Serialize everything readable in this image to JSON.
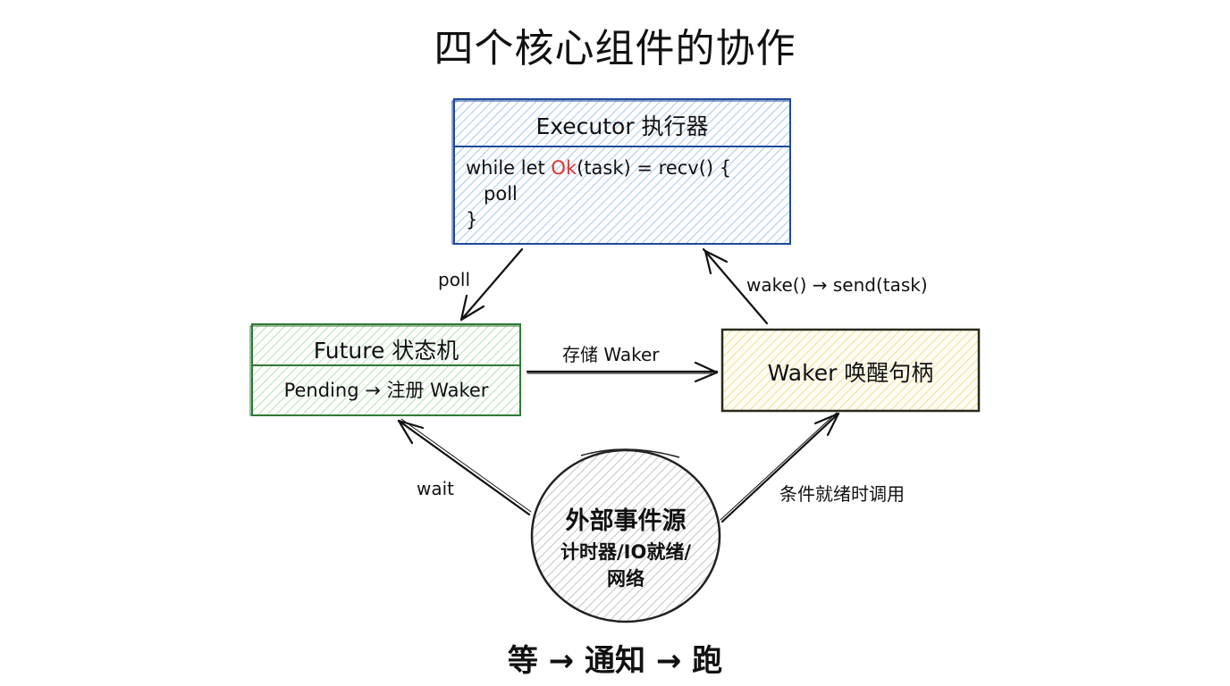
{
  "title": "四个核心组件的协作",
  "footer": "等 → 通知 → 跑",
  "colors": {
    "executor_stroke": "#1e4a9a",
    "executor_fill": "#a5c8ef",
    "future_stroke": "#2f7a34",
    "future_fill": "#b2e2b0",
    "waker_stroke": "#2a2a1e",
    "waker_fill": "#f3e2a2",
    "source_stroke": "#222222",
    "source_fill": "#bdbdbd",
    "highlight_red": "#e03131",
    "arrow": "#111111"
  },
  "nodes": {
    "executor": {
      "header": "Executor 执行器",
      "code_line1_pre": "while let ",
      "code_line1_kw": "Ok",
      "code_line1_post": "(task) = recv() {",
      "code_line2": "   poll",
      "code_line3": "}"
    },
    "future": {
      "header": "Future 状态机",
      "body": "Pending → 注册 Waker"
    },
    "waker": {
      "label": "Waker 唤醒句柄"
    },
    "source": {
      "line1": "外部事件源",
      "line2": "计时器/IO就绪/",
      "line3": "网络"
    }
  },
  "edges": [
    {
      "from": "executor",
      "to": "future",
      "label": "poll"
    },
    {
      "from": "waker",
      "to": "executor",
      "label": "wake() → send(task)"
    },
    {
      "from": "future",
      "to": "waker",
      "label": "存储 Waker"
    },
    {
      "from": "source",
      "to": "future",
      "label": "wait"
    },
    {
      "from": "source",
      "to": "waker",
      "label": "条件就绪时调用"
    }
  ]
}
